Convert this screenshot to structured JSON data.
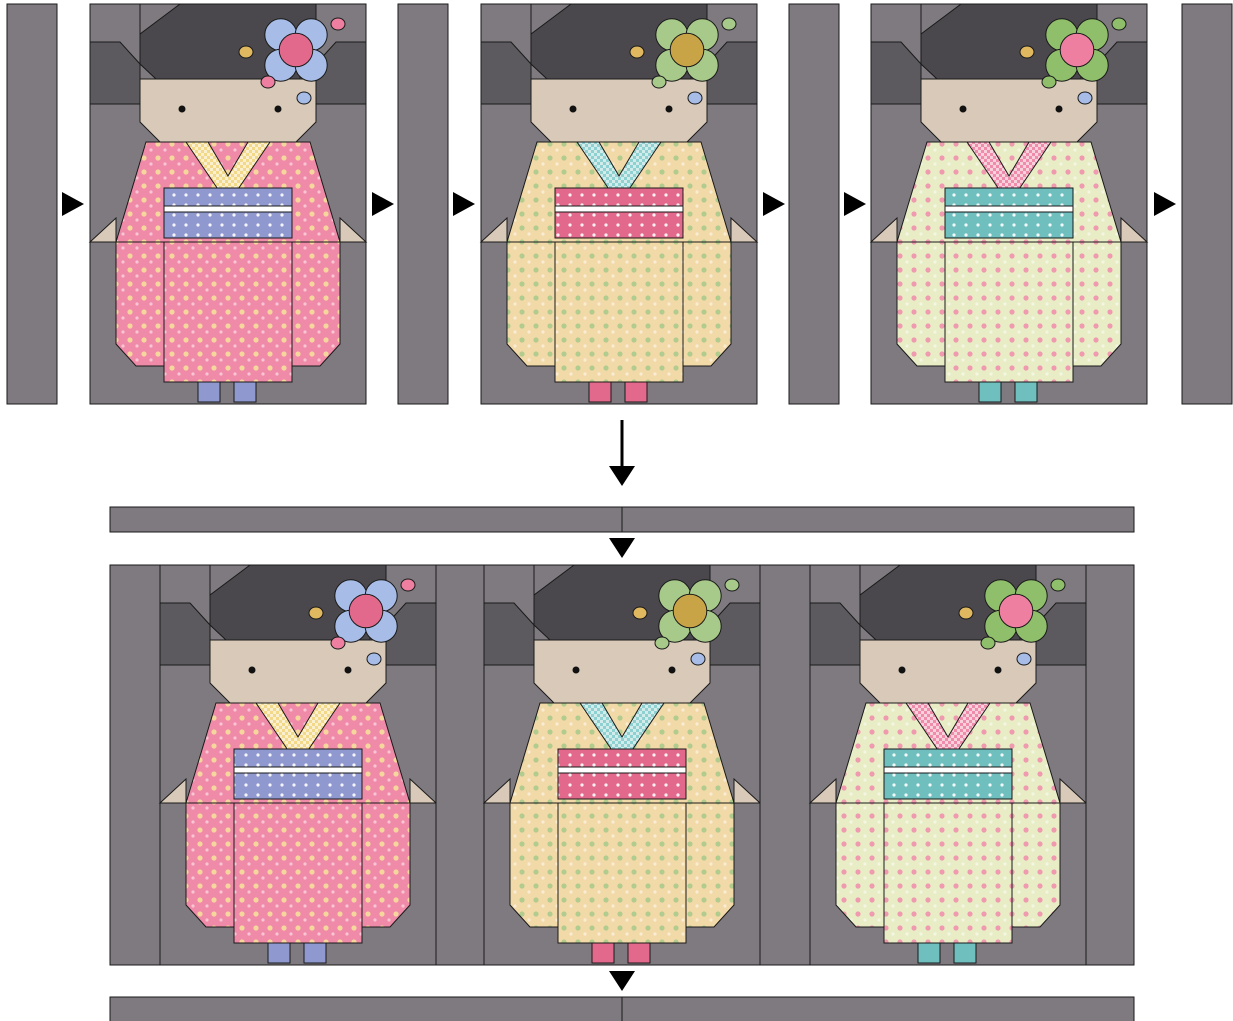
{
  "diagram": {
    "kind": "quilt-assembly",
    "colors": {
      "sashing": "#7f7a7f",
      "background_dark": "#5c5a5e",
      "hair": "#4a484c",
      "face": "#d8c9b8",
      "outline": "#1a1a1a",
      "arrow": "#000000"
    },
    "blocks": [
      {
        "name": "doll-1",
        "kimono": "#ef8aa8",
        "kimono_dots": "#f6e39a",
        "obi": "#8f98cf",
        "obi_dots": "#ffffff",
        "collar": "#f2d98a",
        "flower": "#ef7fa0",
        "flower_petals": "#a7bde8",
        "flower_center": "#e2698c",
        "feet": "#8f98cf"
      },
      {
        "name": "doll-2",
        "kimono": "#f2d9a8",
        "kimono_dots": "#a7c98a",
        "obi": "#e2698c",
        "obi_dots": "#ffffff",
        "collar": "#8fd0d0",
        "flower": "#a7c98a",
        "flower_petals": "#a7c98a",
        "flower_center": "#c9a446",
        "feet": "#e2698c"
      },
      {
        "name": "doll-3",
        "kimono": "#e8edc6",
        "kimono_dots": "#f08cab",
        "obi": "#6fbfbf",
        "obi_dots": "#ffffff",
        "collar": "#f08cab",
        "flower": "#8fbf6a",
        "flower_petals": "#8fbf6a",
        "flower_center": "#ef7fa0",
        "feet": "#6fbfbf"
      }
    ],
    "steps": [
      "row-assembly",
      "join-rows"
    ]
  }
}
